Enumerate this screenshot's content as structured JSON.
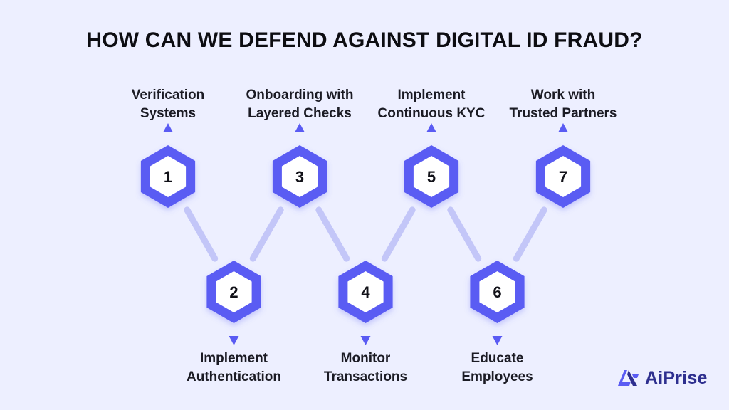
{
  "title": "HOW CAN WE DEFEND AGAINST DIGITAL ID FRAUD?",
  "steps": [
    {
      "number": "1",
      "line1": "Verification",
      "line2": "Systems"
    },
    {
      "number": "2",
      "line1": "Implement",
      "line2": "Authentication"
    },
    {
      "number": "3",
      "line1": "Onboarding with",
      "line2": "Layered Checks"
    },
    {
      "number": "4",
      "line1": "Monitor",
      "line2": "Transactions"
    },
    {
      "number": "5",
      "line1": "Implement",
      "line2": "Continuous KYC"
    },
    {
      "number": "6",
      "line1": "Educate",
      "line2": "Employees"
    },
    {
      "number": "7",
      "line1": "Work with",
      "line2": "Trusted Partners"
    }
  ],
  "brand": {
    "name": "AiPrise",
    "icon": "aiprise-logo-icon"
  },
  "colors": {
    "background": "#EDEFFF",
    "hexagon": "#5A5BF3",
    "connector": "#C3C6F8",
    "arrow": "#5A5BF3",
    "text": "#1B1B24"
  }
}
